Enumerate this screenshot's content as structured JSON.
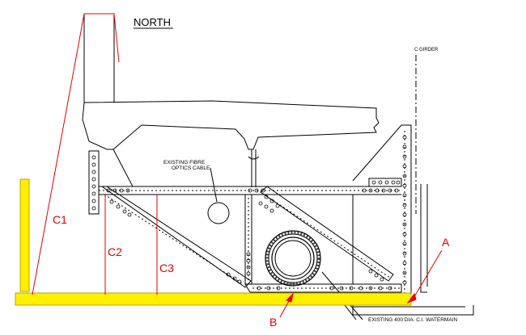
{
  "labels": {
    "north": "NORTH",
    "girder": "C GIRDER",
    "fibre_line1": "EXISTING FIBRE",
    "fibre_line2": "OPTICS CABLE",
    "watermain": "EXISTING 400 DIA. C.I. WATERMAIN",
    "c1": "C1",
    "c2": "C2",
    "c3": "C3",
    "a": "A",
    "b": "B"
  },
  "colors": {
    "line": "#000000",
    "annotation": "#e60000",
    "platform_fill": "#ffef00",
    "platform_stroke": "#b8a400"
  }
}
